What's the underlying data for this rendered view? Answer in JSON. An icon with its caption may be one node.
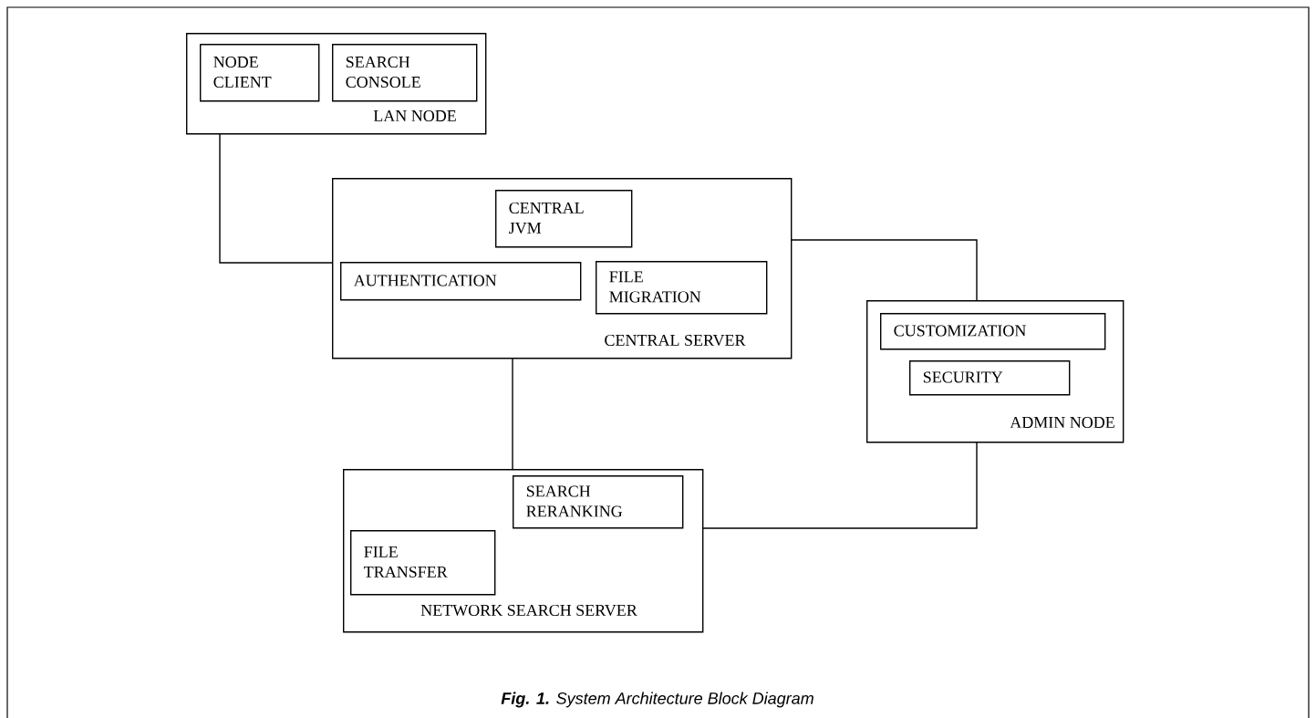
{
  "diagram": {
    "caption": "**Fig. 1.** System Architecture Block Diagram",
    "nodes": [
      {
        "text": [
          "LAN NODE"
        ]
      },
      {
        "text": [
          "NODE CLIENT"
        ],
        "in": 0
      },
      {
        "text": [
          "SEARCH CONSOLE"
        ],
        "in": 0
      },
      {
        "text": [
          "CENTRAL SERVER"
        ]
      },
      {
        "text": [
          "CENTRAL JVM"
        ],
        "in": 3
      },
      {
        "text": [
          "AUTHENTICATION"
        ],
        "in": 3
      },
      {
        "text": [
          "FILE MIGRATION"
        ],
        "in": 3
      },
      {
        "text": [
          "ADMIN NODE"
        ]
      },
      {
        "text": [
          "CUSTOMIZATION"
        ],
        "in": 7
      },
      {
        "text": [
          "SECURITY"
        ],
        "in": 7
      },
      {
        "text": [
          "NETWORK SEARCH SERVER"
        ]
      },
      {
        "text": [
          "SEARCH RERANKING"
        ],
        "in": 10
      },
      {
        "text": [
          "FILE TRANSFER"
        ],
        "in": 10
      }
    ],
    "edges": [
      {
        "from": 0,
        "to": 3,
        "arrow": "none"
      },
      {
        "from": 3,
        "to": 7,
        "arrow": "none"
      },
      {
        "from": 3,
        "to": 10,
        "arrow": "none"
      },
      {
        "from": 7,
        "to": 10,
        "arrow": "none"
      }
    ]
  }
}
